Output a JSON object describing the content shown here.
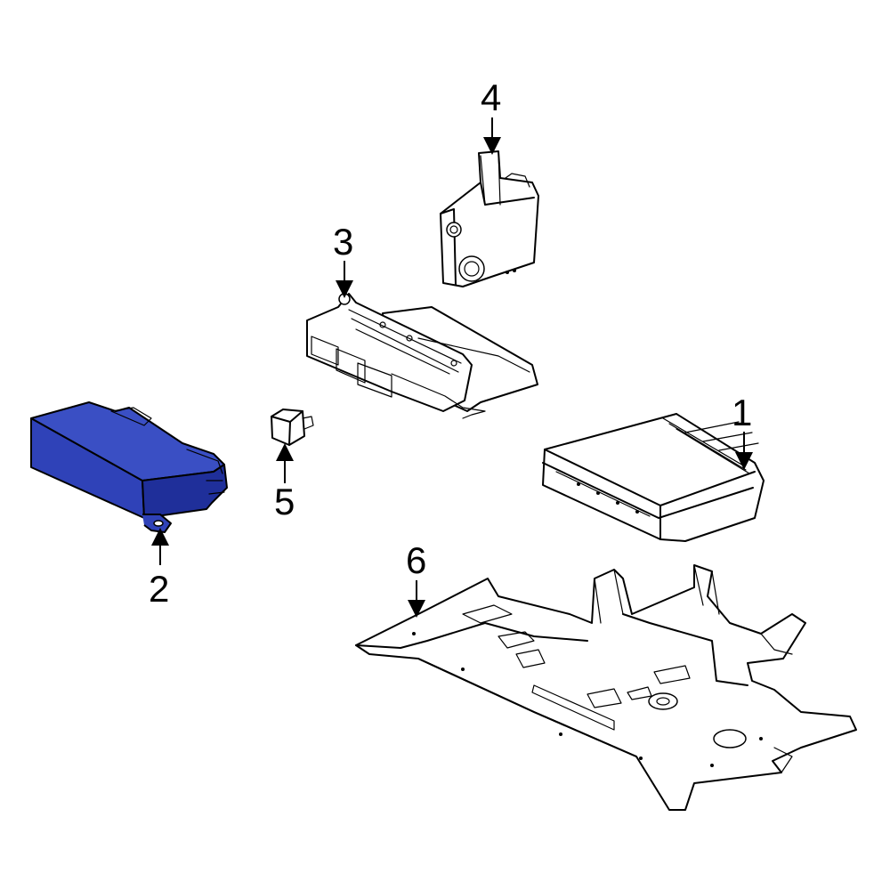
{
  "callouts": [
    {
      "id": "1",
      "label": "1"
    },
    {
      "id": "2",
      "label": "2"
    },
    {
      "id": "3",
      "label": "3"
    },
    {
      "id": "4",
      "label": "4"
    },
    {
      "id": "5",
      "label": "5"
    },
    {
      "id": "6",
      "label": "6"
    }
  ],
  "colors": {
    "highlight_fill": "#2f42b8",
    "highlight_shade": "#1f2f9a",
    "line": "#000000",
    "background": "#ffffff"
  },
  "highlighted_part": "2"
}
